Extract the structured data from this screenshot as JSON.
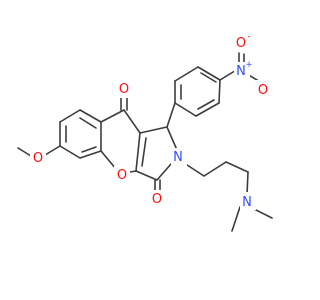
{
  "colors": {
    "bond": "#3c3c3c",
    "oxygen": "#ff0d0d",
    "nitrogen": "#3050f8",
    "background": "#ffffff"
  },
  "atoms": {
    "nitro_o_top": "O",
    "nitro_o_top_charge": "-",
    "nitro_n": "N",
    "nitro_n_charge": "+",
    "nitro_o_bottom": "O",
    "ketone_o": "O",
    "methoxy_o": "O",
    "ring_o": "O",
    "ring_n": "N",
    "lactam_o": "O",
    "amine_n": "N"
  }
}
